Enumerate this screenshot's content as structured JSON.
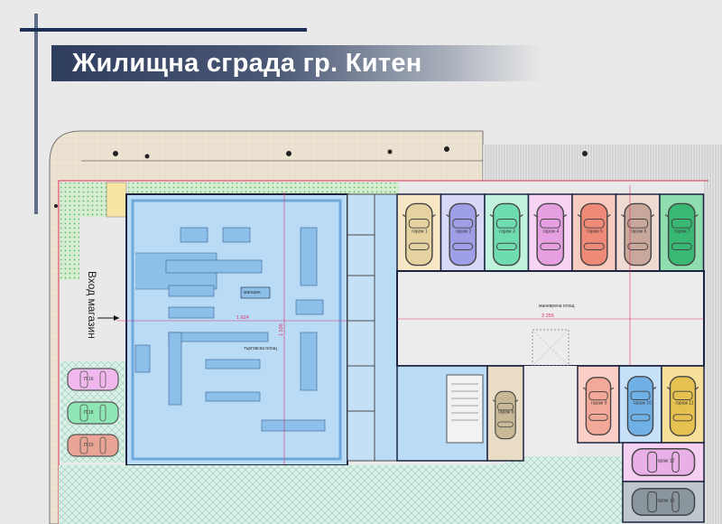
{
  "title": "Жилищна сграда гр. Китен",
  "plan": {
    "entrance_label": "Вход магазин",
    "shop_label": "магазин",
    "sales_area_label": "търговска площ",
    "maneuver_area_label": "маневрена площ",
    "dimensions": [
      "1 624",
      "3 255",
      "1 538"
    ],
    "garages": [
      "гараж 1",
      "гараж 2",
      "гараж 3",
      "гараж 4",
      "гараж 5",
      "гараж 6",
      "гараж 7",
      "гараж 8",
      "гараж 9",
      "гараж 10",
      "гараж 11",
      "гараж 12",
      "гараж 13"
    ],
    "parking_spots": [
      "П 16",
      "П 18",
      "П 19"
    ],
    "colors": {
      "shop": "#b9dbf6",
      "property_line": "#e0304a",
      "dimension_line": "#e0306a",
      "green_area": "#cfeccf"
    }
  }
}
